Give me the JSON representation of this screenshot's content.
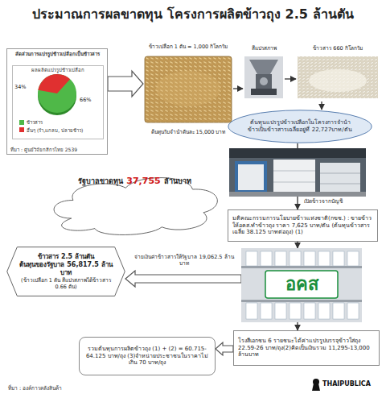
{
  "diagram": {
    "title": "ประมาณการผลขาดทุน โครงการผลิตข้าวถุง 2.5 ล้านตัน",
    "nodes": [
      {
        "text": [
          "สัดส่วนการแปรรูปข้าวเปลือกเป็นข้าวสาร",
          "ที่มา : ศูนย์วิจัยกสิกรไทย 2539"
        ]
      },
      {
        "text": [
          "ผลผลิตแปรรูปข้าวเปลือก"
        ],
        "in": 0
      },
      {
        "text": [
          "ข้าวเปลือก 1 ตัน = 1,000 กิโลกรัม",
          "ต้นทุนรับจำนำตันละ 15,000 บาท"
        ]
      },
      {
        "text": [
          "สีแปรสภาพ"
        ]
      },
      {
        "text": [
          "ข้าวสาร 660 กิโลกรัม"
        ]
      },
      {
        "text": [
          "ต้นทุนแปรรูปข้าวเปลือกในโครงการจำนำข้าวเป็นข้าวสารเฉลี่ยอยู่ที่ 22,727บาท/ตัน"
        ]
      },
      {
        "text": [
          "รัฐบาลขาดทุน",
          "37,755",
          "ล้านบาท"
        ]
      },
      {
        "text": [
          "มติคณะกรรมการนโยบายข้าวแห่งชาติ(กขช.) : ขายข้าวให้อคส.ทำข้าวถุง ราคา 7,625 บาท/ตัน (ต้นทุนข้าวสารเฉลี่ย 38.125 บาทต่อถุง) (1)"
        ]
      },
      {
        "text": [
          "ข้าวสาร 2.5 ล้านตัน",
          "ต้นทุนของรัฐบาล 56,817.5 ล้านบาท",
          "(ข้าวเปลือก 1 ตัน สีแปรสภาพได้ข้าวสาร 0.66 ตัน)"
        ]
      },
      {
        "text": [
          "อคส"
        ]
      },
      {
        "text": [
          "โรงสีเอกชน 6 รายชนะได้ค่าแปรรูปบรรจุข้าวใส่ถุง 22.59-26 บาท/ถุง(2)คิดเป็นเงินรวม 11,295-13,000 ล้านบาท"
        ]
      },
      {
        "text": [
          "รวมต้นทุนการผลิตข้าวถุง (1) + (2) = 60.715-64.125 บาท/ถุง (3)จำหน่ายประชาชนในราคาไม่เกิน 70 บาท/ถุง"
        ]
      }
    ],
    "edges": [
      {
        "from": 0,
        "to": 2,
        "arrow": "to"
      },
      {
        "from": 2,
        "to": 3,
        "arrow": "to"
      },
      {
        "from": 3,
        "to": 4,
        "arrow": "to"
      },
      {
        "from": 4,
        "to": 5,
        "arrow": "to"
      },
      {
        "from": 5,
        "to": 7,
        "label": "เปิดข้าวจากบัญชี",
        "arrow": "to"
      },
      {
        "from": 7,
        "to": 9,
        "arrow": "to"
      },
      {
        "from": 9,
        "to": 10,
        "arrow": "to"
      },
      {
        "from": 9,
        "to": 8,
        "label": "จ่ายเงินค่าข้าวสารให้รัฐบาล 19,062.5 ล้านบาท",
        "arrow": "to"
      },
      {
        "from": 10,
        "to": 11,
        "arrow": "to"
      }
    ],
    "labels": [
      "34%",
      "66%",
      "ที่มา : องค์การคลังสินค้า",
      "THAIPUBLICA"
    ],
    "legend": [
      {
        "text": "ข้าวสาร",
        "color": "#4fb848"
      },
      {
        "text": "อื่นๆ (รำ,แกลบ, ปลายข้าว)",
        "color": "#e03030"
      }
    ]
  }
}
